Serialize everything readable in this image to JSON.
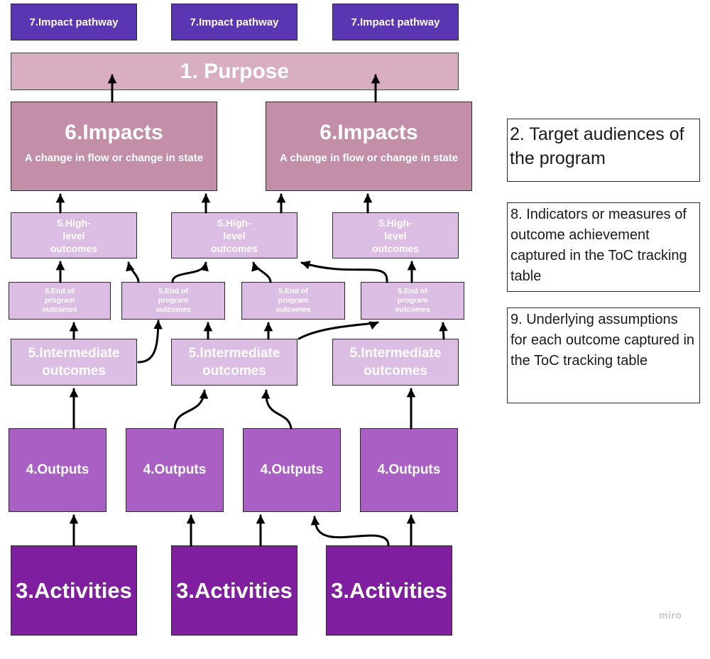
{
  "pathways": [
    "7.Impact pathway",
    "7.Impact pathway",
    "7.Impact pathway"
  ],
  "purpose": "1. Purpose",
  "impacts": [
    {
      "title": "6.Impacts",
      "subtitle": "A change in flow or change in state"
    },
    {
      "title": "6.Impacts",
      "subtitle": "A change in flow or change in state"
    }
  ],
  "high_level_outcomes": [
    "5.High-\nlevel\noutcomes",
    "5.High-\nlevel\noutcomes",
    "5.High-\nlevel\noutcomes"
  ],
  "end_of_program_outcomes": [
    "5.End of\nprogram\noutcomes",
    "5.End of\nprogram\noutcomes",
    "5.End of\nprogram\noutcomes",
    "5.End of\nprogram\noutcomes"
  ],
  "intermediate_outcomes": [
    "5.Intermediate\noutcomes",
    "5.Intermediate\noutcomes",
    "5.Intermediate\noutcomes"
  ],
  "outputs": [
    "4.Outputs",
    "4.Outputs",
    "4.Outputs",
    "4.Outputs"
  ],
  "activities": [
    "3.Activities",
    "3.Activities",
    "3.Activities"
  ],
  "notes": {
    "target_audiences": "2. Target audiences of the program",
    "indicators": "8. Indicators or measures of outcome achievement captured in the ToC tracking table",
    "assumptions": "9. Underlying assumptions for each outcome captured in the ToC tracking table"
  },
  "watermark": "miro",
  "colors": {
    "pathway": "#5b36b3",
    "purpose": "#d9adc2",
    "impact": "#c28ea8",
    "outcome": "#dcbde3",
    "outputs": "#a95fc4",
    "activities": "#7f1e9f"
  }
}
